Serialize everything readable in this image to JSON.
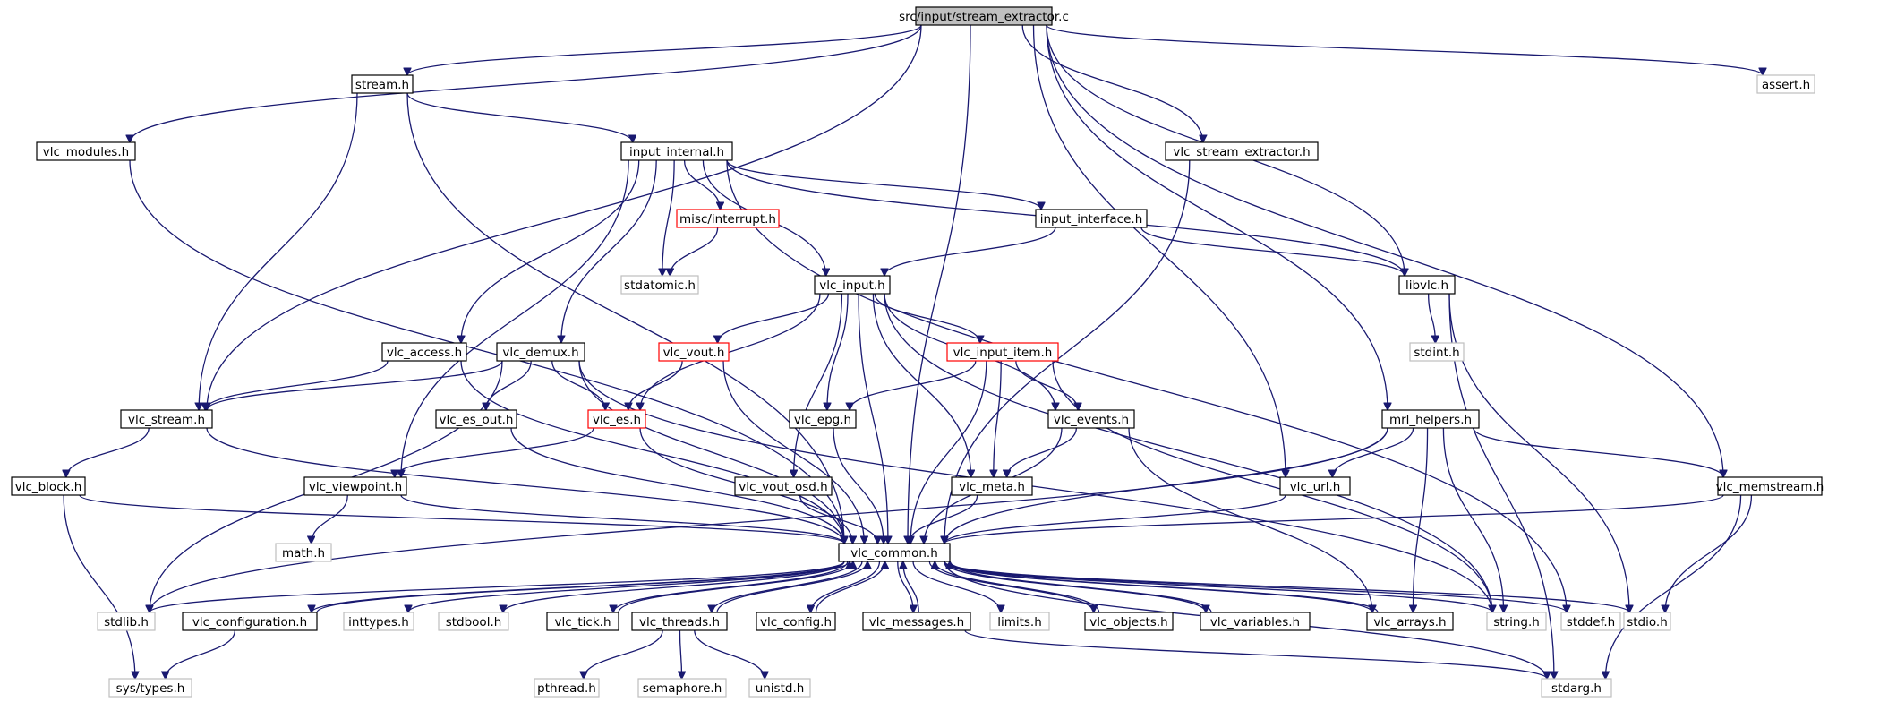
{
  "colors": {
    "edge": "#191970",
    "root_fill": "#bfbfbf",
    "root_stroke": "#000000",
    "normal_stroke": "#000000",
    "external_stroke": "#bfbfbf",
    "external_text": "#808080",
    "incomplete_stroke": "#ff0000"
  },
  "nodes": [
    {
      "id": "stream_extractor_c",
      "label": "src/input/stream_extractor.c",
      "kind": "root",
      "interactable": false
    },
    {
      "id": "stream_h",
      "label": "stream.h",
      "kind": "normal",
      "interactable": true
    },
    {
      "id": "assert_h",
      "label": "assert.h",
      "kind": "external",
      "interactable": false
    },
    {
      "id": "vlc_modules_h",
      "label": "vlc_modules.h",
      "kind": "normal",
      "interactable": true
    },
    {
      "id": "input_internal_h",
      "label": "input_internal.h",
      "kind": "normal",
      "interactable": true
    },
    {
      "id": "vlc_stream_extractor_h",
      "label": "vlc_stream_extractor.h",
      "kind": "normal",
      "interactable": true
    },
    {
      "id": "misc_interrupt_h",
      "label": "misc/interrupt.h",
      "kind": "incomplete",
      "interactable": true
    },
    {
      "id": "input_interface_h",
      "label": "input_interface.h",
      "kind": "normal",
      "interactable": true
    },
    {
      "id": "stdatomic_h",
      "label": "stdatomic.h",
      "kind": "external",
      "interactable": false
    },
    {
      "id": "vlc_input_h",
      "label": "vlc_input.h",
      "kind": "normal",
      "interactable": true
    },
    {
      "id": "libvlc_h",
      "label": "libvlc.h",
      "kind": "normal",
      "interactable": true
    },
    {
      "id": "stdint_h",
      "label": "stdint.h",
      "kind": "external",
      "interactable": false
    },
    {
      "id": "vlc_access_h",
      "label": "vlc_access.h",
      "kind": "normal",
      "interactable": true
    },
    {
      "id": "vlc_demux_h",
      "label": "vlc_demux.h",
      "kind": "normal",
      "interactable": true
    },
    {
      "id": "vlc_vout_h",
      "label": "vlc_vout.h",
      "kind": "incomplete",
      "interactable": true
    },
    {
      "id": "vlc_input_item_h",
      "label": "vlc_input_item.h",
      "kind": "incomplete",
      "interactable": true
    },
    {
      "id": "vlc_stream_h",
      "label": "vlc_stream.h",
      "kind": "normal",
      "interactable": true
    },
    {
      "id": "vlc_es_out_h",
      "label": "vlc_es_out.h",
      "kind": "normal",
      "interactable": true
    },
    {
      "id": "vlc_es_h",
      "label": "vlc_es.h",
      "kind": "incomplete",
      "interactable": true
    },
    {
      "id": "vlc_epg_h",
      "label": "vlc_epg.h",
      "kind": "normal",
      "interactable": true
    },
    {
      "id": "vlc_events_h",
      "label": "vlc_events.h",
      "kind": "normal",
      "interactable": true
    },
    {
      "id": "mrl_helpers_h",
      "label": "mrl_helpers.h",
      "kind": "normal",
      "interactable": true
    },
    {
      "id": "vlc_block_h",
      "label": "vlc_block.h",
      "kind": "normal",
      "interactable": true
    },
    {
      "id": "vlc_viewpoint_h",
      "label": "vlc_viewpoint.h",
      "kind": "normal",
      "interactable": true
    },
    {
      "id": "vlc_vout_osd_h",
      "label": "vlc_vout_osd.h",
      "kind": "normal",
      "interactable": true
    },
    {
      "id": "vlc_meta_h",
      "label": "vlc_meta.h",
      "kind": "normal",
      "interactable": true
    },
    {
      "id": "vlc_url_h",
      "label": "vlc_url.h",
      "kind": "normal",
      "interactable": true
    },
    {
      "id": "vlc_memstream_h",
      "label": "vlc_memstream.h",
      "kind": "normal",
      "interactable": true
    },
    {
      "id": "math_h",
      "label": "math.h",
      "kind": "external",
      "interactable": false
    },
    {
      "id": "vlc_common_h",
      "label": "vlc_common.h",
      "kind": "normal",
      "interactable": true
    },
    {
      "id": "stdlib_h",
      "label": "stdlib.h",
      "kind": "external",
      "interactable": false
    },
    {
      "id": "vlc_configuration_h",
      "label": "vlc_configuration.h",
      "kind": "normal",
      "interactable": true
    },
    {
      "id": "inttypes_h",
      "label": "inttypes.h",
      "kind": "external",
      "interactable": false
    },
    {
      "id": "stdbool_h",
      "label": "stdbool.h",
      "kind": "external",
      "interactable": false
    },
    {
      "id": "vlc_tick_h",
      "label": "vlc_tick.h",
      "kind": "normal",
      "interactable": true
    },
    {
      "id": "vlc_threads_h",
      "label": "vlc_threads.h",
      "kind": "normal",
      "interactable": true
    },
    {
      "id": "vlc_config_h",
      "label": "vlc_config.h",
      "kind": "normal",
      "interactable": true
    },
    {
      "id": "vlc_messages_h",
      "label": "vlc_messages.h",
      "kind": "normal",
      "interactable": true
    },
    {
      "id": "limits_h",
      "label": "limits.h",
      "kind": "external",
      "interactable": false
    },
    {
      "id": "vlc_objects_h",
      "label": "vlc_objects.h",
      "kind": "normal",
      "interactable": true
    },
    {
      "id": "vlc_variables_h",
      "label": "vlc_variables.h",
      "kind": "normal",
      "interactable": true
    },
    {
      "id": "vlc_arrays_h",
      "label": "vlc_arrays.h",
      "kind": "normal",
      "interactable": true
    },
    {
      "id": "string_h",
      "label": "string.h",
      "kind": "external",
      "interactable": false
    },
    {
      "id": "stddef_h",
      "label": "stddef.h",
      "kind": "external",
      "interactable": false
    },
    {
      "id": "stdio_h",
      "label": "stdio.h",
      "kind": "external",
      "interactable": false
    },
    {
      "id": "sys_types_h",
      "label": "sys/types.h",
      "kind": "external",
      "interactable": false
    },
    {
      "id": "pthread_h",
      "label": "pthread.h",
      "kind": "external",
      "interactable": false
    },
    {
      "id": "semaphore_h",
      "label": "semaphore.h",
      "kind": "external",
      "interactable": false
    },
    {
      "id": "unistd_h",
      "label": "unistd.h",
      "kind": "external",
      "interactable": false
    },
    {
      "id": "stdarg_h",
      "label": "stdarg.h",
      "kind": "external",
      "interactable": false
    }
  ],
  "edges": [
    [
      "stream_extractor_c",
      "stream_h"
    ],
    [
      "stream_extractor_c",
      "assert_h"
    ],
    [
      "stream_extractor_c",
      "vlc_modules_h"
    ],
    [
      "stream_extractor_c",
      "vlc_stream_h"
    ],
    [
      "stream_extractor_c",
      "vlc_stream_extractor_h"
    ],
    [
      "stream_extractor_c",
      "libvlc_h"
    ],
    [
      "stream_extractor_c",
      "vlc_common_h"
    ],
    [
      "stream_extractor_c",
      "mrl_helpers_h"
    ],
    [
      "stream_extractor_c",
      "vlc_url_h"
    ],
    [
      "stream_extractor_c",
      "vlc_memstream_h"
    ],
    [
      "stream_h",
      "input_internal_h"
    ],
    [
      "stream_h",
      "vlc_stream_h"
    ],
    [
      "stream_h",
      "vlc_common_h"
    ],
    [
      "vlc_modules_h",
      "vlc_common_h"
    ],
    [
      "input_internal_h",
      "misc_interrupt_h"
    ],
    [
      "input_internal_h",
      "input_interface_h"
    ],
    [
      "input_internal_h",
      "stdatomic_h"
    ],
    [
      "input_internal_h",
      "vlc_input_h"
    ],
    [
      "input_internal_h",
      "libvlc_h"
    ],
    [
      "input_internal_h",
      "vlc_access_h"
    ],
    [
      "input_internal_h",
      "vlc_demux_h"
    ],
    [
      "input_internal_h",
      "vlc_viewpoint_h"
    ],
    [
      "input_internal_h",
      "stddef_h"
    ],
    [
      "misc_interrupt_h",
      "stdatomic_h"
    ],
    [
      "input_interface_h",
      "vlc_input_h"
    ],
    [
      "input_interface_h",
      "libvlc_h"
    ],
    [
      "vlc_stream_extractor_h",
      "vlc_common_h"
    ],
    [
      "libvlc_h",
      "stdint_h"
    ],
    [
      "libvlc_h",
      "stdio_h"
    ],
    [
      "libvlc_h",
      "stdarg_h"
    ],
    [
      "vlc_input_h",
      "vlc_vout_h"
    ],
    [
      "vlc_input_h",
      "vlc_input_item_h"
    ],
    [
      "vlc_input_h",
      "vlc_es_h"
    ],
    [
      "vlc_input_h",
      "vlc_epg_h"
    ],
    [
      "vlc_input_h",
      "vlc_events_h"
    ],
    [
      "vlc_input_h",
      "vlc_vout_osd_h"
    ],
    [
      "vlc_input_h",
      "vlc_meta_h"
    ],
    [
      "vlc_input_h",
      "vlc_common_h"
    ],
    [
      "vlc_input_h",
      "string_h"
    ],
    [
      "vlc_access_h",
      "vlc_stream_h"
    ],
    [
      "vlc_access_h",
      "vlc_common_h"
    ],
    [
      "vlc_demux_h",
      "vlc_stream_h"
    ],
    [
      "vlc_demux_h",
      "vlc_es_out_h"
    ],
    [
      "vlc_demux_h",
      "vlc_es_h"
    ],
    [
      "vlc_demux_h",
      "vlc_common_h"
    ],
    [
      "vlc_demux_h",
      "stdlib_h"
    ],
    [
      "vlc_demux_h",
      "string_h"
    ],
    [
      "vlc_vout_h",
      "vlc_es_h"
    ],
    [
      "vlc_vout_h",
      "vlc_common_h"
    ],
    [
      "vlc_input_item_h",
      "vlc_epg_h"
    ],
    [
      "vlc_input_item_h",
      "vlc_events_h"
    ],
    [
      "vlc_input_item_h",
      "vlc_meta_h"
    ],
    [
      "vlc_input_item_h",
      "vlc_common_h"
    ],
    [
      "vlc_input_item_h",
      "string_h"
    ],
    [
      "vlc_stream_h",
      "vlc_block_h"
    ],
    [
      "vlc_stream_h",
      "vlc_common_h"
    ],
    [
      "vlc_es_out_h",
      "vlc_common_h"
    ],
    [
      "vlc_es_h",
      "vlc_viewpoint_h"
    ],
    [
      "vlc_es_h",
      "vlc_common_h"
    ],
    [
      "vlc_epg_h",
      "vlc_common_h"
    ],
    [
      "vlc_events_h",
      "vlc_meta_h"
    ],
    [
      "vlc_events_h",
      "vlc_common_h"
    ],
    [
      "vlc_events_h",
      "vlc_arrays_h"
    ],
    [
      "mrl_helpers_h",
      "vlc_url_h"
    ],
    [
      "mrl_helpers_h",
      "vlc_memstream_h"
    ],
    [
      "mrl_helpers_h",
      "vlc_common_h"
    ],
    [
      "mrl_helpers_h",
      "vlc_arrays_h"
    ],
    [
      "mrl_helpers_h",
      "string_h"
    ],
    [
      "mrl_helpers_h",
      "stdlib_h"
    ],
    [
      "vlc_block_h",
      "vlc_common_h"
    ],
    [
      "vlc_block_h",
      "sys_types_h"
    ],
    [
      "vlc_viewpoint_h",
      "math_h"
    ],
    [
      "vlc_viewpoint_h",
      "vlc_common_h"
    ],
    [
      "vlc_vout_osd_h",
      "vlc_common_h"
    ],
    [
      "vlc_meta_h",
      "vlc_common_h"
    ],
    [
      "vlc_url_h",
      "vlc_common_h"
    ],
    [
      "vlc_memstream_h",
      "vlc_common_h"
    ],
    [
      "vlc_memstream_h",
      "stdio_h"
    ],
    [
      "vlc_memstream_h",
      "stdarg_h"
    ],
    [
      "vlc_common_h",
      "stdlib_h"
    ],
    [
      "vlc_common_h",
      "vlc_configuration_h"
    ],
    [
      "vlc_common_h",
      "inttypes_h"
    ],
    [
      "vlc_common_h",
      "stdbool_h"
    ],
    [
      "vlc_common_h",
      "vlc_tick_h"
    ],
    [
      "vlc_common_h",
      "vlc_threads_h"
    ],
    [
      "vlc_common_h",
      "vlc_config_h"
    ],
    [
      "vlc_common_h",
      "vlc_messages_h"
    ],
    [
      "vlc_common_h",
      "limits_h"
    ],
    [
      "vlc_common_h",
      "vlc_objects_h"
    ],
    [
      "vlc_common_h",
      "vlc_variables_h"
    ],
    [
      "vlc_common_h",
      "vlc_arrays_h"
    ],
    [
      "vlc_common_h",
      "string_h"
    ],
    [
      "vlc_common_h",
      "stddef_h"
    ],
    [
      "vlc_common_h",
      "stdio_h"
    ],
    [
      "vlc_common_h",
      "stdarg_h"
    ],
    [
      "vlc_configuration_h",
      "vlc_common_h"
    ],
    [
      "vlc_configuration_h",
      "sys_types_h"
    ],
    [
      "vlc_tick_h",
      "vlc_common_h"
    ],
    [
      "vlc_threads_h",
      "vlc_common_h"
    ],
    [
      "vlc_threads_h",
      "pthread_h"
    ],
    [
      "vlc_threads_h",
      "semaphore_h"
    ],
    [
      "vlc_threads_h",
      "unistd_h"
    ],
    [
      "vlc_config_h",
      "vlc_common_h"
    ],
    [
      "vlc_messages_h",
      "vlc_common_h"
    ],
    [
      "vlc_messages_h",
      "stdarg_h"
    ],
    [
      "vlc_objects_h",
      "vlc_common_h"
    ],
    [
      "vlc_variables_h",
      "vlc_common_h"
    ],
    [
      "vlc_arrays_h",
      "vlc_common_h"
    ]
  ]
}
